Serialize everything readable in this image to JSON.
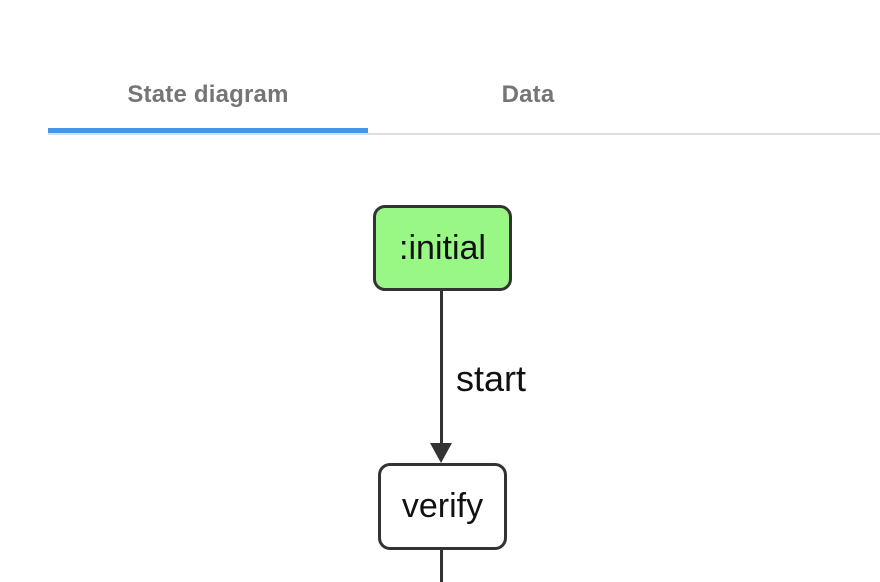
{
  "tabs": {
    "items": [
      {
        "label": "State diagram",
        "active": true
      },
      {
        "label": "Data",
        "active": false
      }
    ]
  },
  "diagram": {
    "nodes": [
      {
        "id": "initial",
        "label": ":initial",
        "type": "initial-state",
        "fill": "#98f785"
      },
      {
        "id": "verify",
        "label": "verify",
        "type": "state",
        "fill": "#ffffff"
      }
    ],
    "edges": [
      {
        "from": ":initial",
        "to": "verify",
        "label": "start"
      },
      {
        "from": "verify",
        "to": "(off-screen)",
        "label": ""
      }
    ]
  },
  "colors": {
    "active_tab_indicator": "#4596e8",
    "tab_text": "#757575",
    "tab_divider": "#dedede",
    "initial_node_fill": "#98f785",
    "node_border": "#333333",
    "edge_stroke": "#333333",
    "diagram_text": "#111111"
  }
}
